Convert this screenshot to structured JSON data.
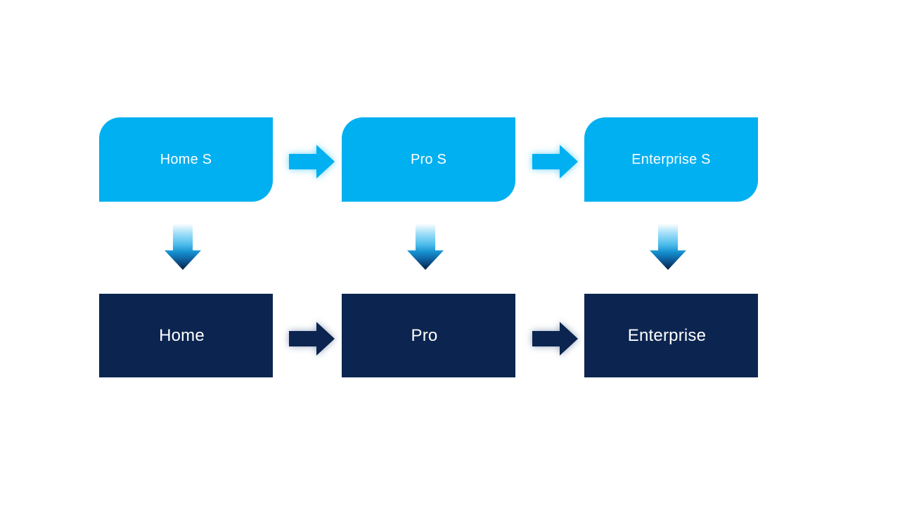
{
  "slide": {
    "columns": [
      {
        "top_label": "Home S",
        "bottom_label": "Home"
      },
      {
        "top_label": "Pro S",
        "bottom_label": "Pro"
      },
      {
        "top_label": "Enterprise S",
        "bottom_label": "Enterprise"
      }
    ],
    "icons": {
      "horizontal_connector": "right-arrow-icon",
      "vertical_connector": "down-arrow-icon"
    },
    "colors": {
      "background": "#ffffff",
      "top_box_fill": "#00b0f0",
      "bottom_box_fill": "#0c2550",
      "label_text": "#ffffff",
      "top_arrow_fill": "#00b0f0",
      "bottom_arrow_fill": "#0c2550",
      "top_arrow_glow": "rgba(0,176,240,0.55)",
      "bottom_arrow_glow": "rgba(23,58,110,0.45)",
      "down_arrow_gradient_top": "#ffffff",
      "down_arrow_gradient_mid": "#1590cf",
      "down_arrow_gradient_bottom": "#081f40"
    }
  }
}
